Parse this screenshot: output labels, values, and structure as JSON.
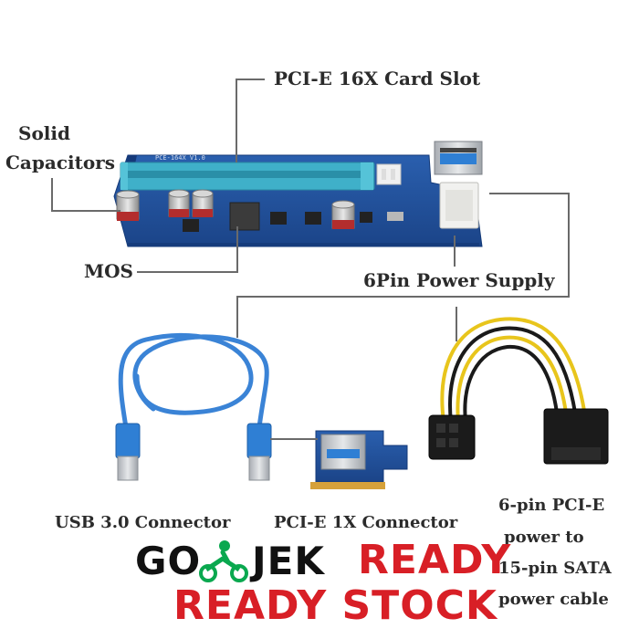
{
  "labels": {
    "card_slot": "PCI-E 16X Card Slot",
    "capacitors_line1": "Solid",
    "capacitors_line2": "Capacitors",
    "mos": "MOS",
    "power_supply": "6Pin Power Supply",
    "usb_connector": "USB 3.0 Connector",
    "pcie_1x": "PCI-E 1X Connector",
    "cable_line1": "6-pin PCI-E",
    "cable_line2": "power to",
    "cable_line3": "15-pin SATA",
    "cable_line4": "power cable"
  },
  "board_silkscreen": "PCE-164X V1.0",
  "banner": {
    "gojek_left": "GO",
    "gojek_right": "JEK",
    "ready": "READY",
    "ready_stock": "READY STOCK"
  },
  "colors": {
    "pcb": "#1f4f97",
    "slot": "#3fb0c9",
    "usb_blue": "#2f7fd4",
    "cable_blue": "#3a83d6",
    "cable_yellow": "#e8c51c",
    "cable_black": "#1a1a1a",
    "label_text": "#2b2b2b",
    "callout_line": "#6a6a6a",
    "gojek_green": "#0aa84f",
    "banner_red": "#d81f26",
    "banner_black": "#111111"
  }
}
